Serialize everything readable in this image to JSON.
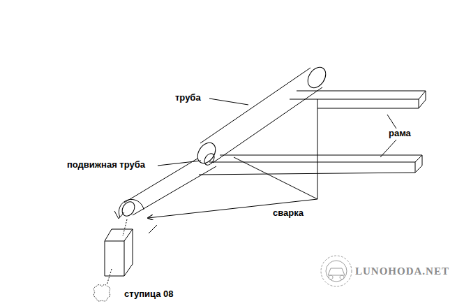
{
  "diagram": {
    "labels": [
      "труба",
      "подвижная труба",
      "рама",
      "сварка",
      "ступица 08",
      "LUNOHODA.NET"
    ]
  }
}
